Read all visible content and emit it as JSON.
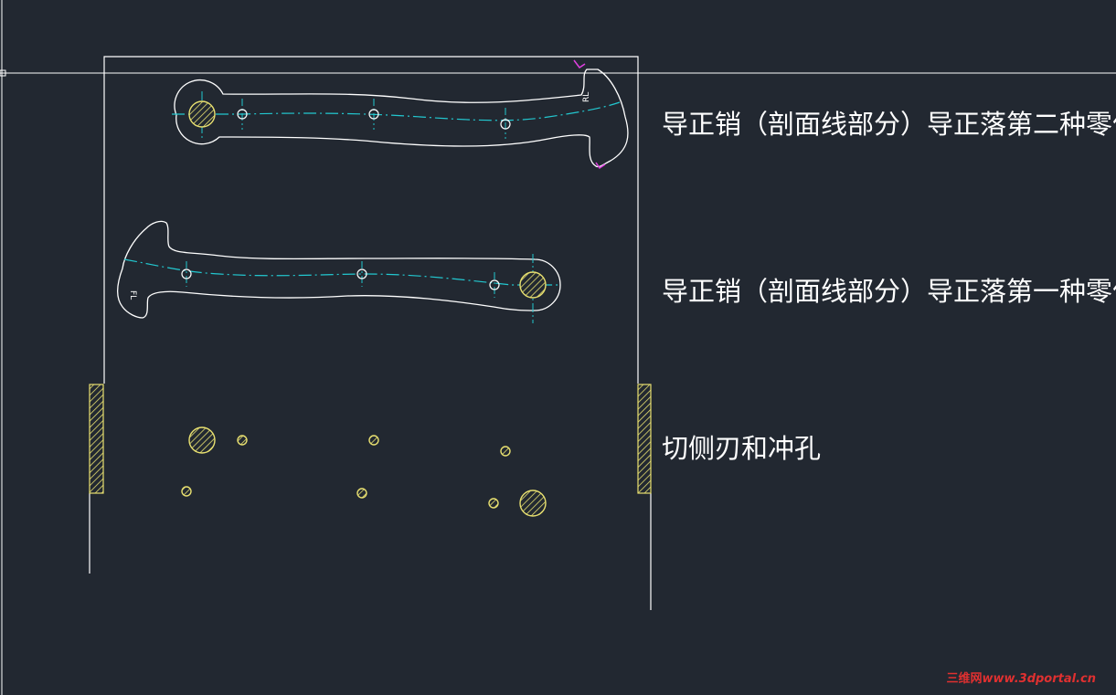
{
  "labels": {
    "part2": "导正销（剖面线部分）导正落第二种零件",
    "part1": "导正销（剖面线部分）导正落第一种零件",
    "punch": "切侧刃和冲孔"
  },
  "part_marks": {
    "part2": "RL",
    "part1": "FL"
  },
  "watermark": {
    "brand": "三维网",
    "url": "www.3dportal.cn"
  },
  "colors": {
    "background": "#222831",
    "outline": "#ffffff",
    "centerline": "#22c8d0",
    "hatch": "#e8e070",
    "magenta": "#e040e0"
  }
}
